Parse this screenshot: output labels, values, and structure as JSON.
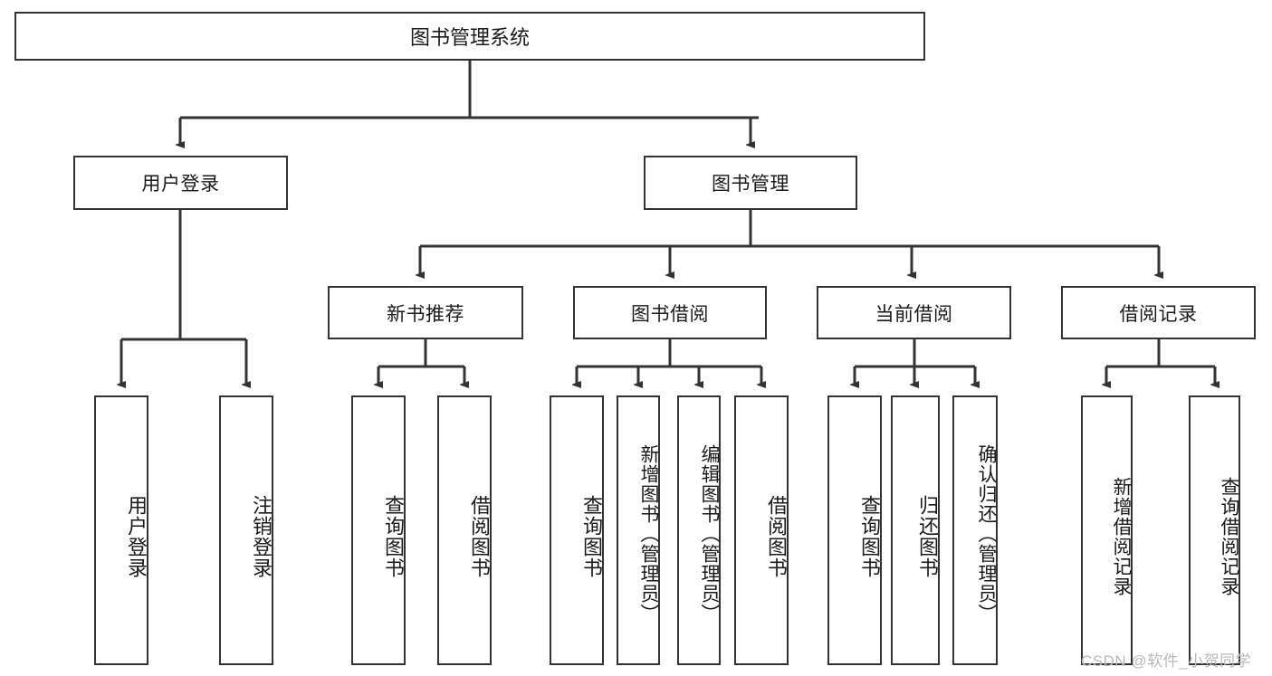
{
  "diagram": {
    "title": "图书管理系统",
    "type": "hierarchy-tree",
    "colors": {
      "box_border": "#333333",
      "box_fill": "#ffffff",
      "edge": "#333333",
      "text": "#1a1a1a",
      "watermark": "#b9b9b9",
      "background": "#ffffff"
    },
    "root": {
      "label": "图书管理系统"
    },
    "level2": [
      {
        "label": "用户登录"
      },
      {
        "label": "图书管理"
      }
    ],
    "level3": [
      {
        "label": "新书推荐"
      },
      {
        "label": "图书借阅"
      },
      {
        "label": "当前借阅"
      },
      {
        "label": "借阅记录"
      }
    ],
    "leaves": {
      "user_login": [
        {
          "label": "用户登录"
        },
        {
          "label": "注销登录"
        }
      ],
      "new_book_recommend": [
        {
          "label": "查询图书"
        },
        {
          "label": "借阅图书"
        }
      ],
      "book_borrow": [
        {
          "label": "查询图书"
        },
        {
          "label": "新增图书（管理员）"
        },
        {
          "label": "编辑图书（管理员）"
        },
        {
          "label": "借阅图书"
        }
      ],
      "current_borrow": [
        {
          "label": "查询图书"
        },
        {
          "label": "归还图书"
        },
        {
          "label": "确认归还（管理员）"
        }
      ],
      "borrow_record": [
        {
          "label": "新增借阅记录"
        },
        {
          "label": "查询借阅记录"
        }
      ]
    }
  },
  "watermark": {
    "text": "CSDN @软件_小贺同学"
  }
}
